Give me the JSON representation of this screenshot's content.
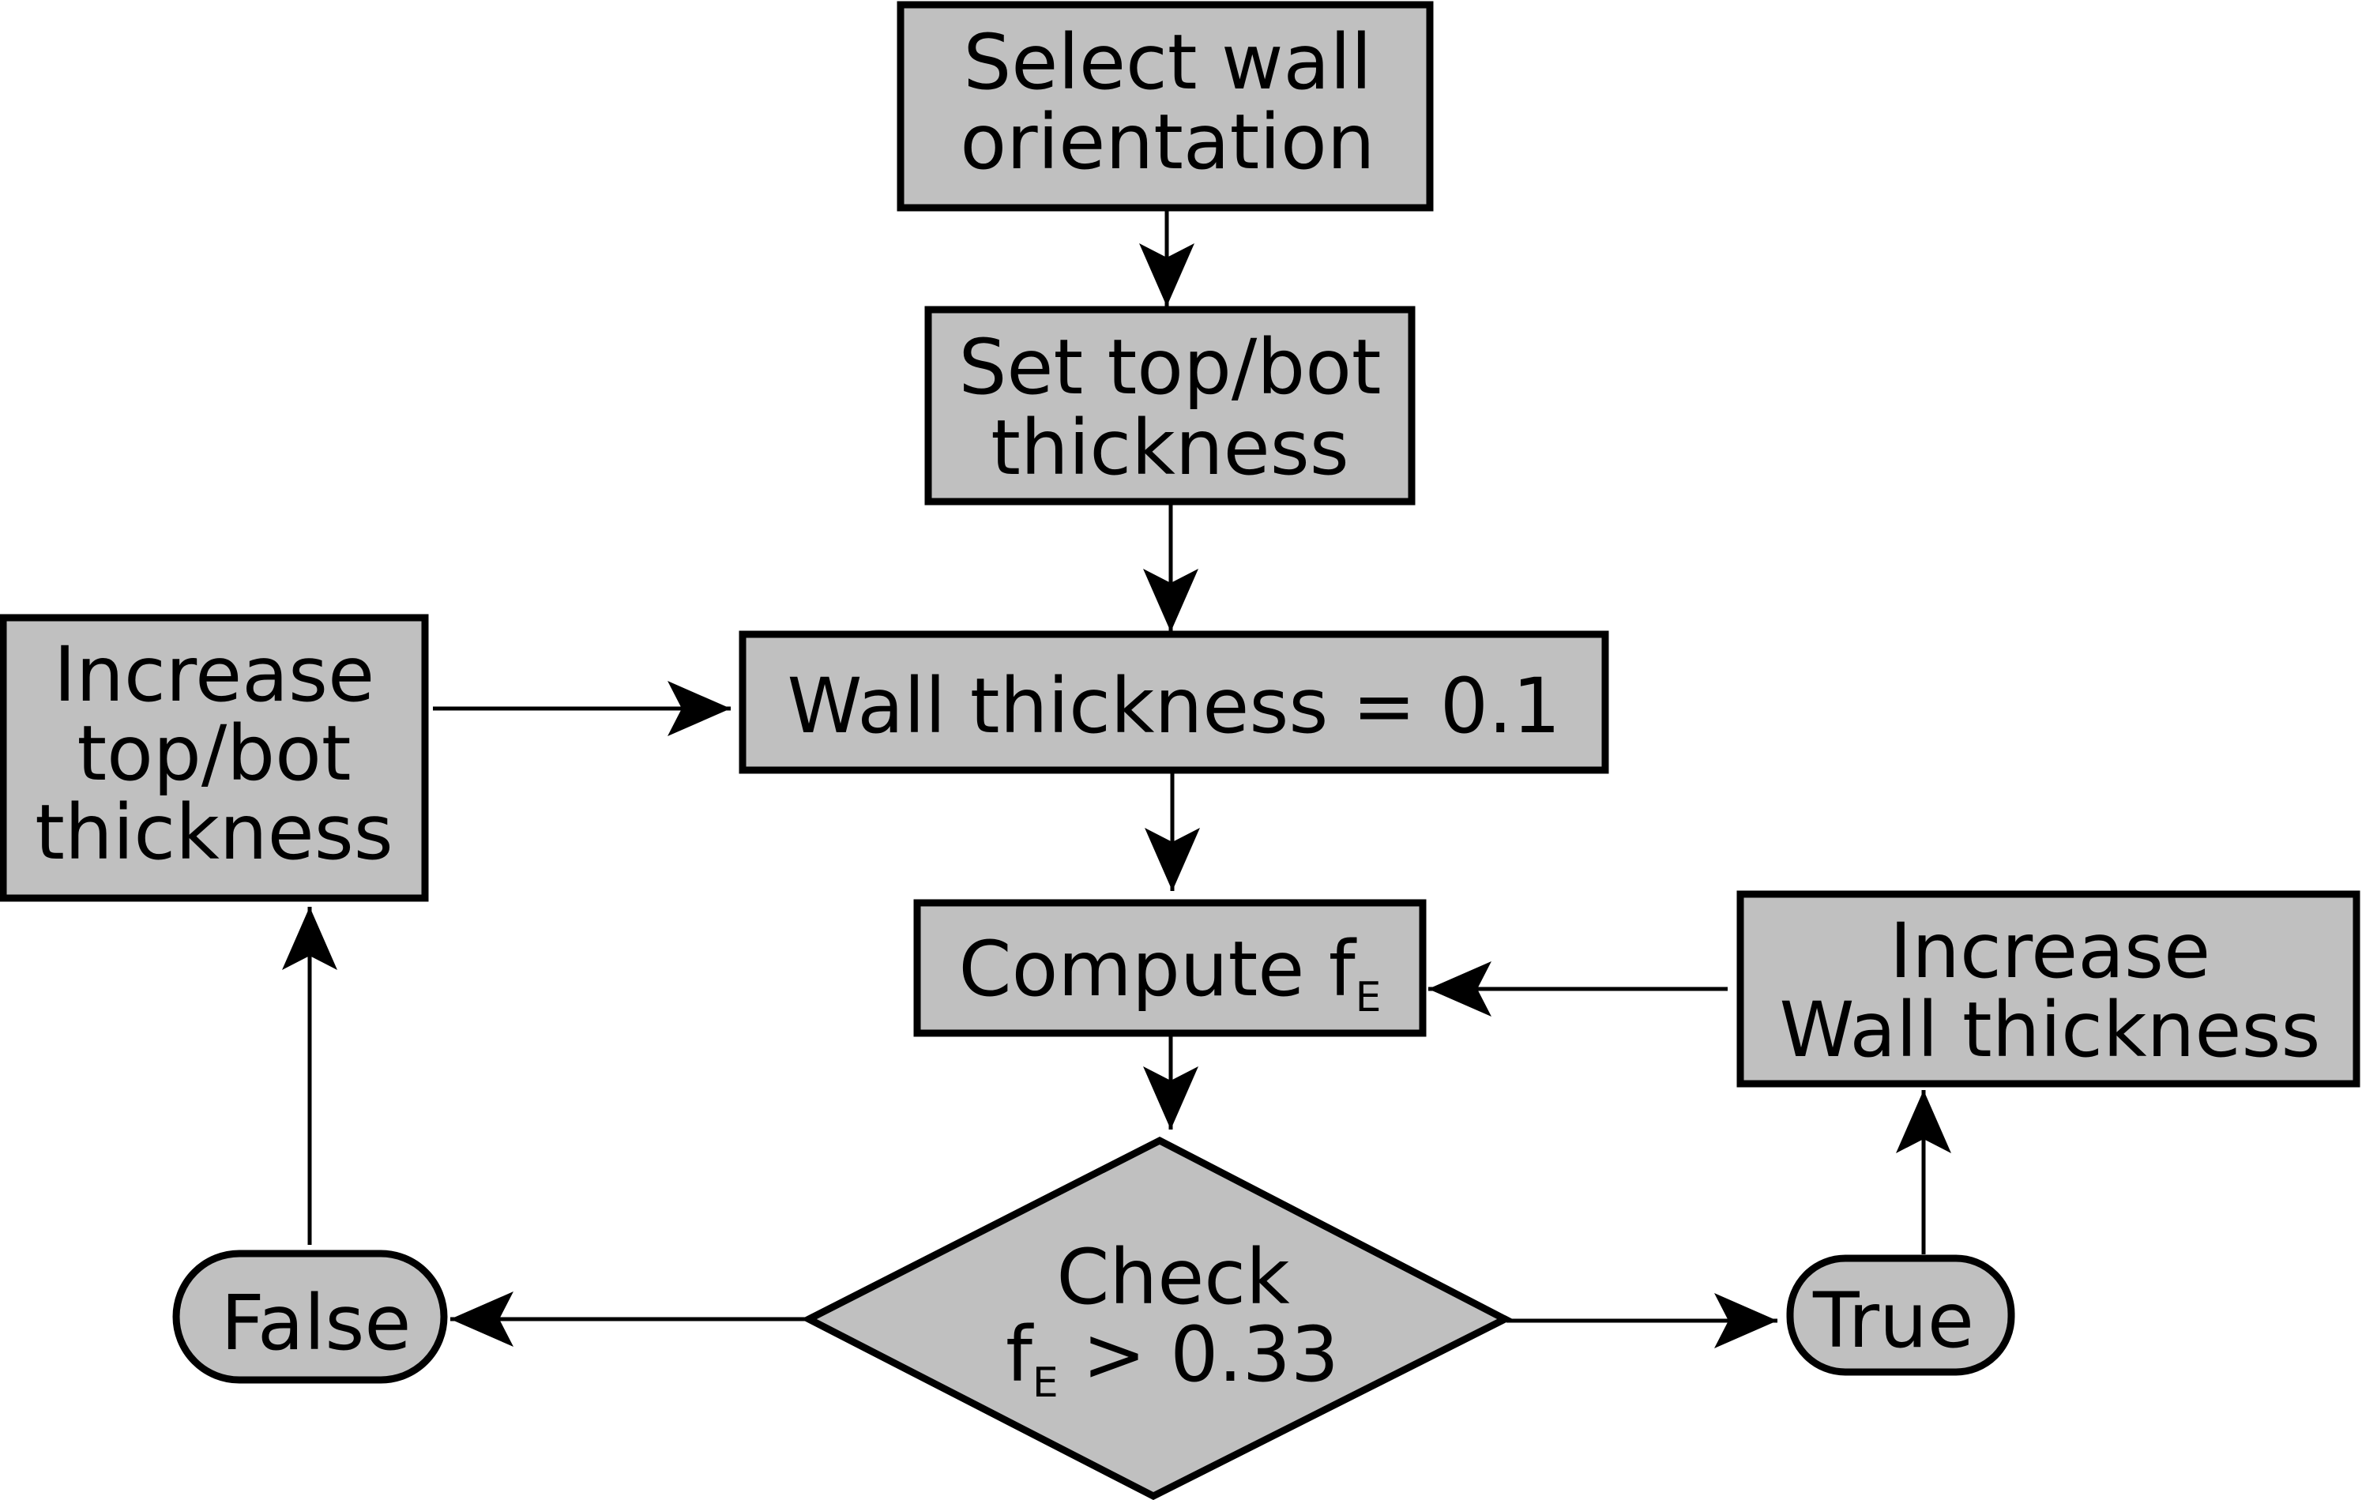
{
  "nodes": {
    "select_wall": {
      "lines": [
        "Select wall",
        "orientation"
      ]
    },
    "set_topbot": {
      "lines": [
        "Set top/bot",
        "thickness"
      ]
    },
    "wall_thickness": {
      "lines": [
        "Wall thickness = 0.1"
      ]
    },
    "compute": {
      "text": "Compute f",
      "subscript": "E"
    },
    "check": {
      "line1": "Check",
      "line2_pre": "f",
      "line2_sub": "E",
      "line2_post": " > 0.33"
    },
    "increase_topbot": {
      "lines": [
        "Increase",
        "top/bot",
        "thickness"
      ]
    },
    "increase_wall": {
      "lines": [
        "Increase",
        "Wall thickness"
      ]
    },
    "false": {
      "label": "False"
    },
    "true": {
      "label": "True"
    }
  },
  "colors": {
    "node_fill": "#c0c0c0",
    "stroke": "#000000",
    "background": "#ffffff"
  }
}
